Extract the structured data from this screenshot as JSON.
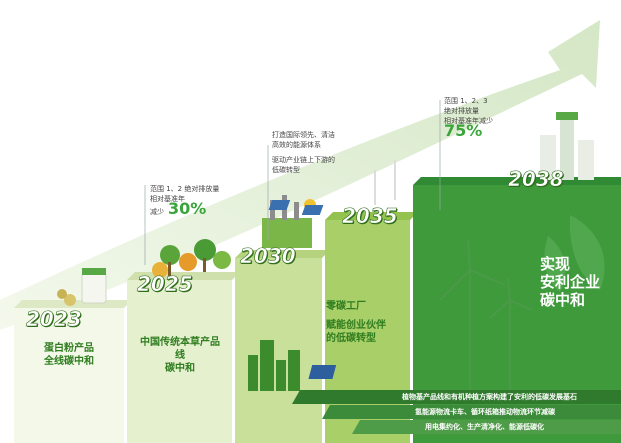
{
  "steps": [
    {
      "year": "2023",
      "line1": "蛋白粉产品",
      "line2": "全线碳中和"
    },
    {
      "year": "2025",
      "line1": "中国传统本草产品线",
      "line2": "碳中和"
    },
    {
      "year": "2030",
      "line1": "零碳工厂",
      "line2": "赋能创业伙伴",
      "line3": "的低碳转型"
    },
    {
      "year": "2035"
    },
    {
      "year": "2038",
      "line1": "实现",
      "line2": "安利企业",
      "line3": "碳中和"
    }
  ],
  "notes": [
    {
      "line1": "范围 1、2 绝对排放量",
      "line2": "相对基准年",
      "prefix": "减少",
      "percent": "30%"
    },
    {
      "line1": "打造国际领先、清洁",
      "line2": "高效的能源体系",
      "line3": "驱动产业链上下游的",
      "line4": "低碳转型"
    },
    {
      "line1": "范围 1、2、3",
      "line2": "绝对排放量",
      "line3": "相对基准年减少",
      "percent": "75%"
    }
  ],
  "bottom_bars": [
    "植物基产品线和有机种植方案构建了安利的低碳发展基石",
    "氢能源物流卡车、循环纸箱推动物流环节减碳",
    "用电集约化、生产清净化、能源低碳化"
  ]
}
